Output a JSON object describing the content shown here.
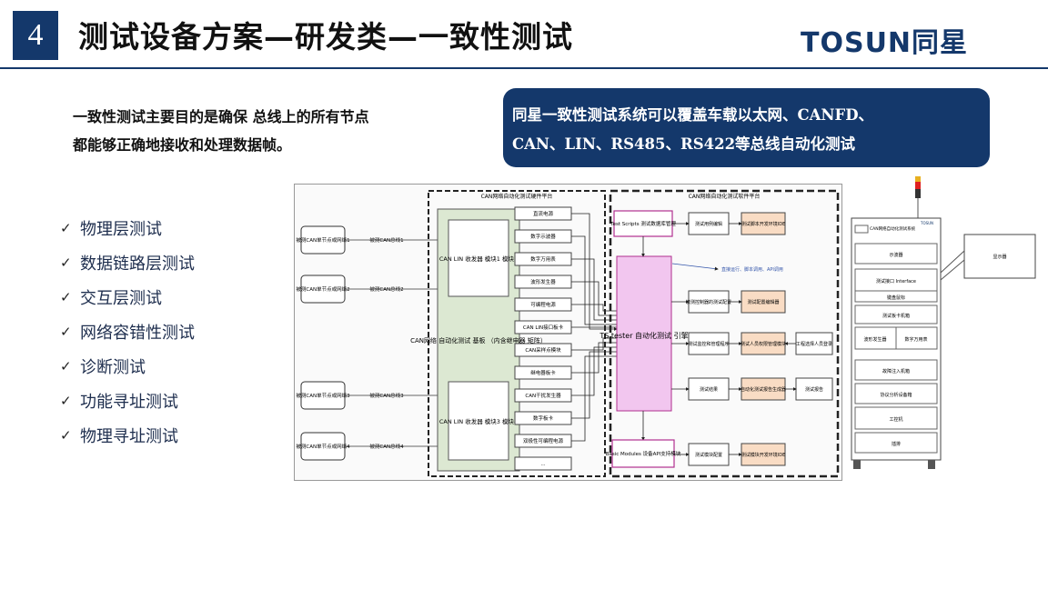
{
  "header": {
    "section_number": "4",
    "title": "测试设备方案—研发类—一致性测试",
    "logo_text": "TOSUN同星"
  },
  "intro": {
    "line1": "一致性测试主要目的是确保 总线上的所有节点",
    "line2": "都能够正确地接收和处理数据帧。"
  },
  "callout": {
    "line1": "同星一致性测试系统可以覆盖车载以太网、CANFD、",
    "line2": "CAN、LIN、RS485、RS422等总线自动化测试"
  },
  "checklist": [
    {
      "label": "物理层测试"
    },
    {
      "label": "数据链路层测试"
    },
    {
      "label": "交互层测试"
    },
    {
      "label": "网络容错性测试"
    },
    {
      "label": "诊断测试"
    },
    {
      "label": "功能寻址测试"
    },
    {
      "label": "物理寻址测试"
    }
  ],
  "check_glyph": "✓",
  "diagram": {
    "hw_platform_label": "CAN网络自动化测试硬件平台",
    "sw_platform_label": "CAN网络自动化测试软件平台",
    "nodes": [
      {
        "label": "被测CAN单节点或网络1",
        "bus": "被测CAN总线1"
      },
      {
        "label": "被测CAN单节点或网络2",
        "bus": "被测CAN总线2"
      },
      {
        "label": "被测CAN单节点或网络3",
        "bus": "被测CAN总线3"
      },
      {
        "label": "被测CAN单节点或网络4",
        "bus": "被测CAN总线4"
      }
    ],
    "transceiver1": "CAN LIN 收发器 模块1 模块2",
    "transceiver2": "CAN LIN 收发器 模块3 模块4",
    "backplane": "CAN网络 自动化测试 基板 （内含继电器 矩阵）",
    "instruments": [
      "直流电源",
      "数字示波器",
      "数字万用表",
      "波形发生器",
      "可编程电源",
      "CAN LIN接口板卡",
      "CAN采样点模块",
      "继电器板卡",
      "CAN干扰发生器",
      "数字板卡",
      "双极性可编程电源",
      "..."
    ],
    "test_scripts": "Test Scripts 测试数据库管理",
    "engine": "TS tester 自动化测试 引擎",
    "basic_modules": "Basic Modules 设备API支持模块",
    "run_note": "直接运行、脚本调用、API调用",
    "sw_blocks": [
      "测试用例编辑",
      "测试脚本开发环境IDE",
      "被测控制器的测试配置",
      "测试配置编辑器",
      "测试监控和管理程序",
      "测试人员权限管理模块",
      "工程选择人员登录",
      "测试结果",
      "自动化测试报告生成器",
      "测试报告",
      "测试模块配置",
      "测试模块开发环境IDE"
    ]
  },
  "rack": {
    "header_label": "CAN网络自动化测试系统",
    "brand": "TOSUN",
    "rows": [
      "示波器",
      "测试接口 Interface",
      "键盘鼠标",
      "测试板卡机箱",
      "波形发生器",
      "数字万用表",
      "故障注入机箱",
      "协议分析设备箱",
      "工控机",
      "插排"
    ],
    "monitor_label": "显示器"
  },
  "colors": {
    "navy": "#14386b",
    "magenta": "#f2c6ef",
    "green": "#dce8d2",
    "peach": "#f9dcc4"
  }
}
